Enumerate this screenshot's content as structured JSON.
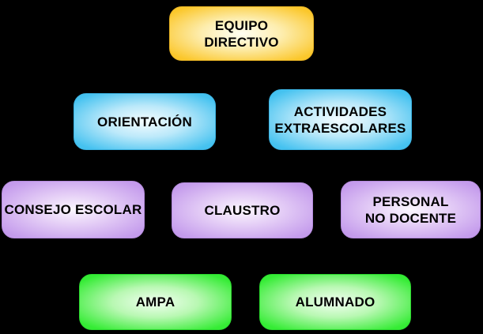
{
  "diagram": {
    "type": "organizational-chart",
    "background_color": "#000000",
    "text_color": "#000000",
    "colors": {
      "yellow": "#FBC72B",
      "cyan": "#45C2F0",
      "purple": "#C49BEC",
      "green": "#35EC35"
    },
    "nodes": [
      {
        "id": "equipo-directivo",
        "label": "EQUIPO\nDIRECTIVO",
        "color": "#FBC72B",
        "row": 1
      },
      {
        "id": "orientacion",
        "label": "ORIENTACIÓN",
        "color": "#45C2F0",
        "row": 2
      },
      {
        "id": "actividades-extraescolares",
        "label": "ACTIVIDADES\nEXTRAESCOLARES",
        "color": "#45C2F0",
        "row": 2
      },
      {
        "id": "consejo-escolar",
        "label": "CONSEJO ESCOLAR",
        "color": "#C49BEC",
        "row": 3
      },
      {
        "id": "claustro",
        "label": "CLAUSTRO",
        "color": "#C49BEC",
        "row": 3
      },
      {
        "id": "personal-no-docente",
        "label": "PERSONAL\nNO DOCENTE",
        "color": "#C49BEC",
        "row": 3
      },
      {
        "id": "ampa",
        "label": "AMPA",
        "color": "#35EC35",
        "row": 4
      },
      {
        "id": "alumnado",
        "label": "ALUMNADO",
        "color": "#35EC35",
        "row": 4
      }
    ]
  }
}
